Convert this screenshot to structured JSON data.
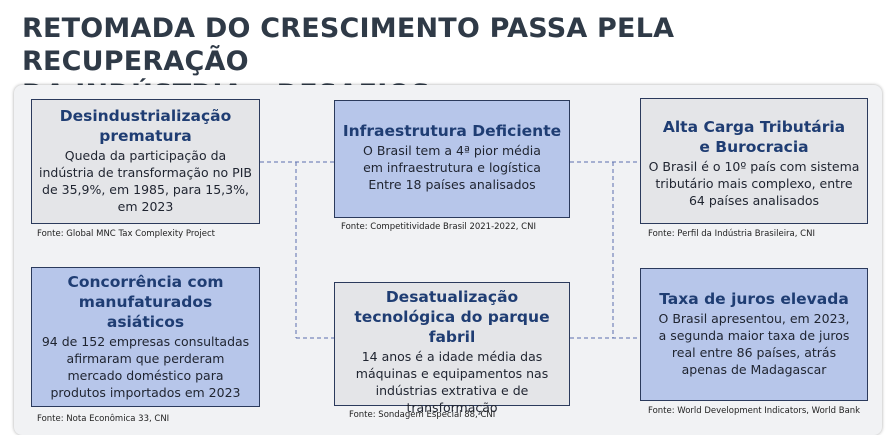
{
  "slide": {
    "title_line1": "RETOMADA DO CRESCIMENTO PASSA PELA RECUPERAÇÃO",
    "title_line2": "DA INDÚSTRIA – DESAFIOS"
  },
  "colors": {
    "title": "#2f3a47",
    "box_heading": "#1f3d73",
    "box_blue": "#b7c6ea",
    "box_grey": "#e4e5e8",
    "connector": "#5a6fae"
  },
  "boxes": {
    "desindustrializacao": {
      "heading": "Desindustrialização prematura",
      "body": "Queda da participação da indústria de transformação no PIB de 35,9%, em 1985, para 15,3%, em 2023",
      "source": "Fonte: Global MNC Tax Complexity Project"
    },
    "infraestrutura": {
      "heading": "Infraestrutura Deficiente",
      "body": "O Brasil tem a 4ª pior média em infraestrutura e logística Entre 18 países analisados",
      "source": "Fonte: Competitividade Brasil 2021-2022, CNI"
    },
    "carga_tributaria": {
      "heading": "Alta Carga Tributária e Burocracia",
      "body": "O Brasil é o 10º país com sistema tributário mais complexo, entre 64 países analisados",
      "source": "Fonte: Perfil da Indústria Brasileira, CNI"
    },
    "concorrencia": {
      "heading": "Concorrência com manufaturados asiáticos",
      "body": "94 de 152 empresas consultadas afirmaram que perderam mercado doméstico para produtos importados em 2023",
      "source": "Fonte: Nota Econômica 33, CNI"
    },
    "desatualizacao": {
      "heading": "Desatualização tecnológica do parque fabril",
      "body": "14 anos é a idade média das máquinas e equipamentos nas indústrias extrativa e de transformação",
      "source": "Fonte: Sondagem Especial 88, CNI"
    },
    "juros": {
      "heading": "Taxa de juros elevada",
      "body": "O Brasil apresentou, em 2023, a segunda maior taxa de juros real entre 86 países, atrás apenas de Madagascar",
      "source": "Fonte: World Development Indicators, World Bank"
    }
  }
}
